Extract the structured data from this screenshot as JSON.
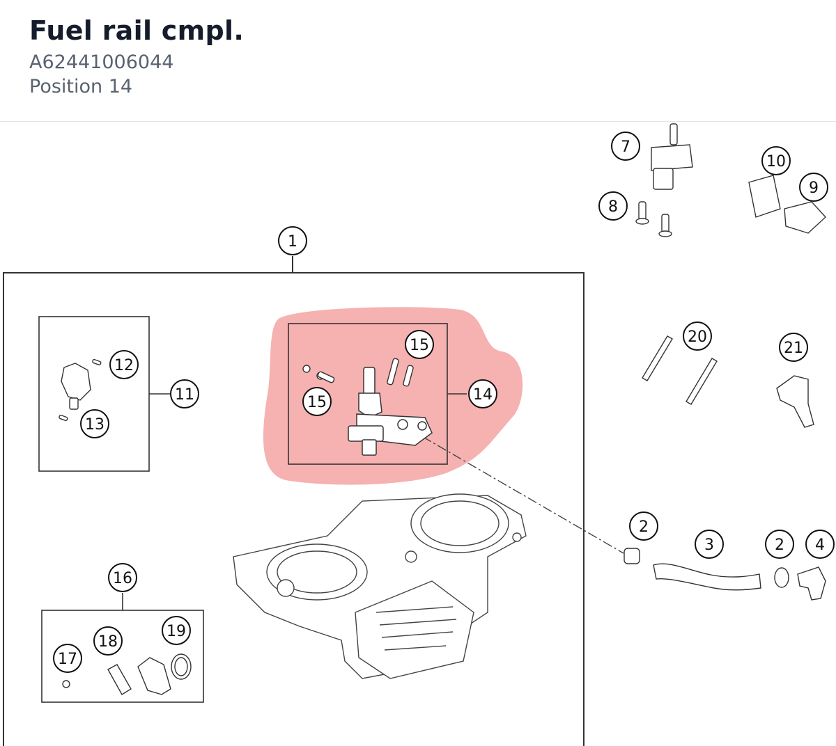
{
  "header": {
    "title": "Fuel rail cmpl.",
    "part_number": "A62441006044",
    "position": "Position 14"
  },
  "highlight": {
    "color": "#f5a3a3",
    "item": "14"
  },
  "callouts": {
    "c1": "1",
    "c2a": "2",
    "c2b": "2",
    "c3": "3",
    "c4": "4",
    "c7": "7",
    "c8": "8",
    "c9": "9",
    "c10": "10",
    "c11": "11",
    "c12": "12",
    "c13": "13",
    "c14": "14",
    "c15a": "15",
    "c15b": "15",
    "c16": "16",
    "c17": "17",
    "c18": "18",
    "c19": "19",
    "c20": "20",
    "c21": "21"
  }
}
